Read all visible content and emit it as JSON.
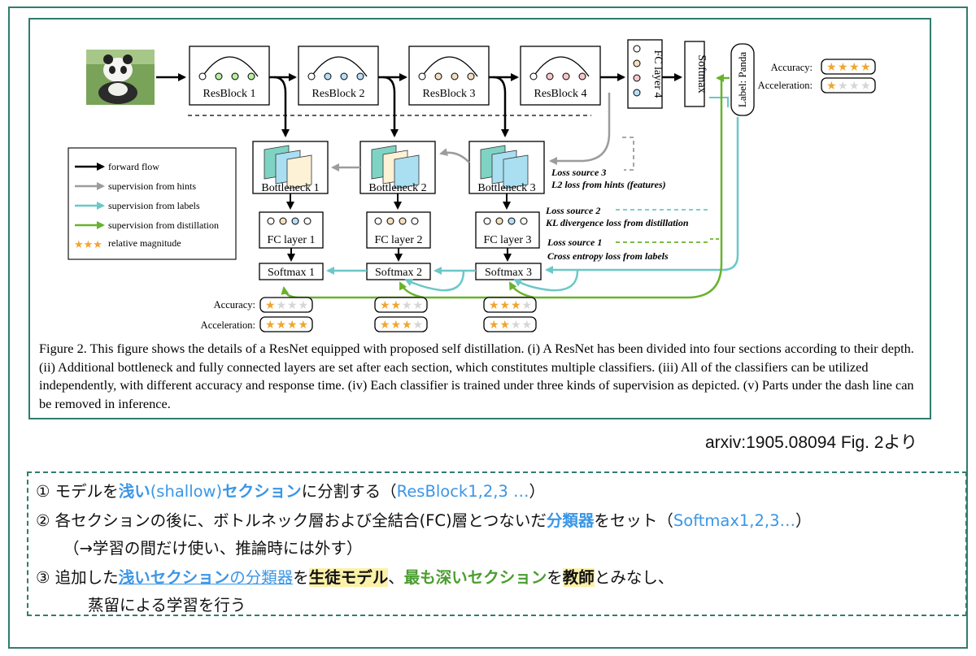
{
  "figure": {
    "blocks": [
      "ResBlock 1",
      "ResBlock 2",
      "ResBlock 3",
      "ResBlock 4"
    ],
    "fc_top": "FC layer 4",
    "softmax_top": "Softmax",
    "label": "Label: Panda",
    "bottlenecks": [
      "Bottleneck 1",
      "Bottleneck 2",
      "Bottleneck 3"
    ],
    "fc_layers": [
      "FC layer 1",
      "FC layer 2",
      "FC layer 3"
    ],
    "softmaxes": [
      "Softmax 1",
      "Softmax 2",
      "Softmax 3"
    ],
    "accuracy_label": "Accuracy:",
    "acceleration_label": "Acceleration:",
    "ratings": {
      "top_accuracy": 4,
      "top_acceleration": 1,
      "accuracy": [
        1,
        2,
        3
      ],
      "acceleration": [
        4,
        3,
        2
      ]
    },
    "legend": [
      "forward flow",
      "supervision from hints",
      "supervision from labels",
      "supervision from distillation",
      "relative magnitude"
    ],
    "loss3_title": "Loss source 3",
    "loss3_desc": "L2 loss from hints (features)",
    "loss2_title": "Loss source 2",
    "loss2_desc": "KL divergence loss from distillation",
    "loss1_title": "Loss source 1",
    "loss1_desc": "Cross entropy loss from labels",
    "colors": {
      "teal": "#6cc7c7",
      "green": "#69b22d",
      "gray": "#9c9c9c",
      "star": "#f0a530",
      "star_off": "#d6d6d6",
      "frame": "#2f7d6e"
    }
  },
  "caption": "Figure 2. This figure shows the details of a ResNet equipped with proposed self distillation. (i) A ResNet has been divided into four sections according to their depth. (ii) Additional bottleneck and fully connected layers are set after each section, which constitutes multiple classifiers. (iii) All of the classifiers can be utilized independently, with different accuracy and response time. (iv) Each classifier is trained under three kinds of supervision as depicted. (v) Parts under the dash line can be removed in inference.",
  "source": "arxiv:1905.08094 Fig. 2より",
  "notes": {
    "l1": {
      "num": "①",
      "a": " モデルを",
      "b": "浅い",
      "c": "(shallow)",
      "d": "セクション",
      "e": "に分割する（",
      "f": "ResBlock1,2,3 …",
      "g": "）"
    },
    "l2": {
      "num": "②",
      "a": " 各セクションの後に、ボトルネック層および全結合(FC)層とつないだ",
      "b": "分類器",
      "c": "をセット（",
      "d": "Softmax1,2,3…",
      "e": "）"
    },
    "l2b": "（→学習の間だけ使い、推論時には外す）",
    "l3": {
      "num": "③",
      "a": " 追加した",
      "b": "浅いセクション",
      "c": "の分類器",
      "d": "を",
      "e": "生徒モデル",
      "f": "、",
      "g": "最も深いセクション",
      "h": "を",
      "i": "教師",
      "j": "とみなし、"
    },
    "l3b": "蒸留による学習を行う"
  }
}
